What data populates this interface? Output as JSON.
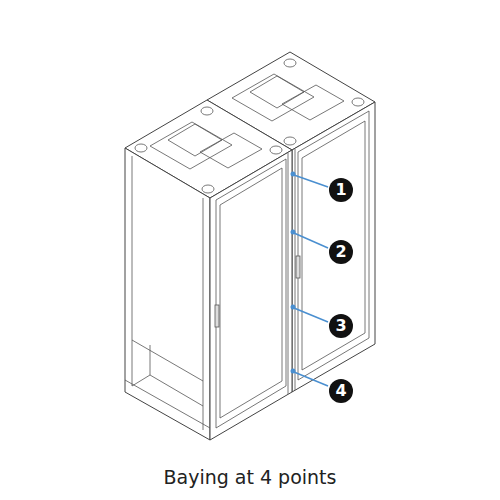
{
  "diagram": {
    "caption": "Baying at 4 points",
    "labels": [
      "1",
      "2",
      "3",
      "4"
    ]
  }
}
